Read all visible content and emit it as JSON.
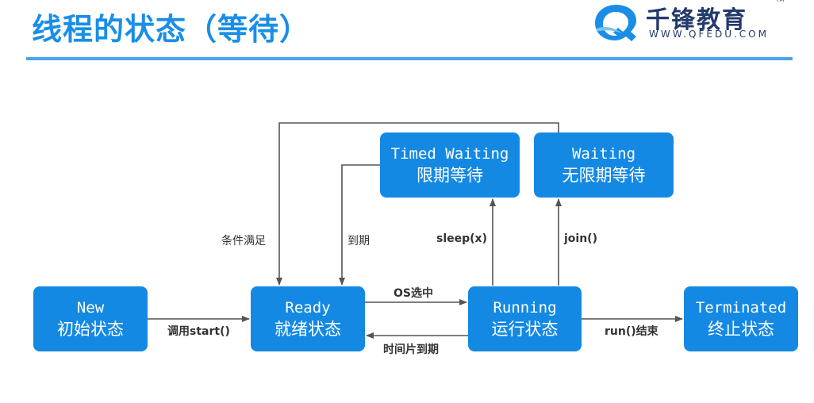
{
  "slide": {
    "title": "线程的状态（等待）"
  },
  "logo": {
    "cn": "千锋教育",
    "en": "WWW.QFEDU.COM",
    "tm": "TM"
  },
  "states": {
    "new": {
      "en": "New",
      "cn": "初始状态"
    },
    "ready": {
      "en": "Ready",
      "cn": "就绪状态"
    },
    "running": {
      "en": "Running",
      "cn": "运行状态"
    },
    "terminated": {
      "en": "Terminated",
      "cn": "终止状态"
    },
    "timed_waiting": {
      "en": "Timed Waiting",
      "cn": "限期等待"
    },
    "waiting": {
      "en": "Waiting",
      "cn": "无限期等待"
    }
  },
  "transitions": {
    "new_to_ready": "调用start()",
    "ready_to_running": "OS选中",
    "running_to_ready": "时间片到期",
    "running_to_terminated": "run()结束",
    "running_to_timed_waiting": "sleep(x)",
    "running_to_waiting": "join()",
    "timed_waiting_to_ready": "到期",
    "waiting_to_ready": "条件满足"
  },
  "colors": {
    "title": "#1a8ee6",
    "rule": "#4aa3f0",
    "state_fill": "#1489e3",
    "state_text": "#ffffff",
    "connector": "#555555",
    "logo": "#233a6b"
  }
}
